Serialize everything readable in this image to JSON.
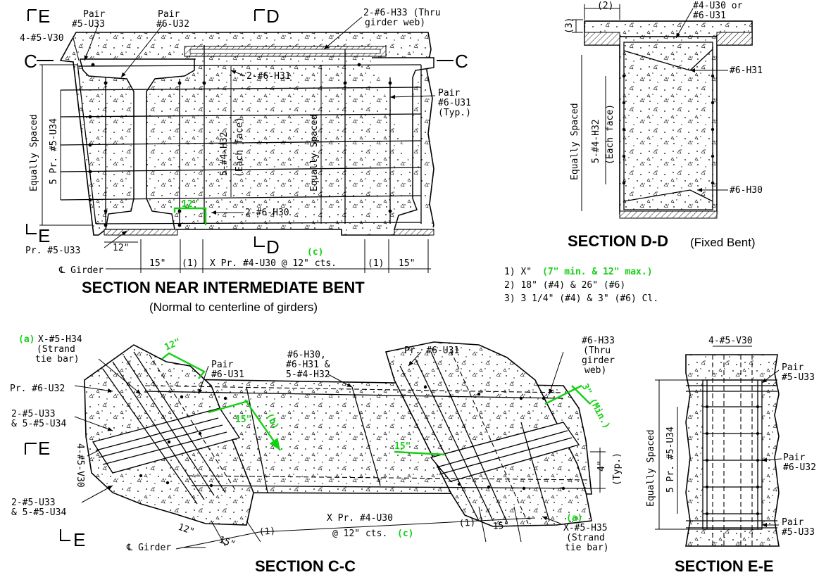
{
  "section_intermediate": {
    "title": "SECTION NEAR INTERMEDIATE BENT",
    "subtitle": "(Normal to centerline of girders)",
    "cut_e": "E",
    "cut_c": "C",
    "cut_d": "D",
    "label_v30": "4-#5-V30",
    "label_pair_u33_1": "Pair",
    "label_pair_u33_2": "#5-U33",
    "label_pair_u32_1": "Pair",
    "label_pair_u32_2": "#6-U32",
    "label_h33_1": "2-#6-H33 (Thru",
    "label_h33_2": "girder web)",
    "label_h31": "2-#6-H31",
    "label_u31_1": "Pair",
    "label_u31_2": "#6-U31",
    "label_u31_3": "(Typ.)",
    "label_eq_spaced": "Equally Spaced",
    "label_u34": "5 Pr. #5-U34",
    "label_h32_1": "5-#4-H32",
    "label_h32_2": "(Each face)",
    "label_eq_spaced2": "Equally Spaced",
    "dim_12": "12\"",
    "label_h30": "2-#6-H30",
    "label_pr_u33": "Pr. #5-U33",
    "dim_12b": "12\"",
    "label_girder": "℄ Girder",
    "dim_15a": "15\"",
    "dim_1a": "(1)",
    "label_x_pr": "X Pr. #4-U30 @ 12\" cts.",
    "note_c": "(c)",
    "dim_1b": "(1)",
    "dim_15b": "15\""
  },
  "section_dd": {
    "title": "SECTION D-D",
    "subtitle": "(Fixed Bent)",
    "dim_2": "(2)",
    "dim_3": "(3)",
    "label_u30_1": "#4-U30 or",
    "label_u30_2": "#6-U31",
    "label_h31": "#6-H31",
    "label_eq": "Equally Spaced",
    "label_h32_1": "5-#4-H32",
    "label_h32_2": "(Each face)",
    "label_h30": "#6-H30"
  },
  "notes": {
    "n1_a": "1) X\"",
    "n1_b": "(7\" min. & 12\" max.)",
    "n2": "2) 18\" (#4) & 26\" (#6)",
    "n3": "3) 3 1/4\" (#4) & 3\" (#6) Cl."
  },
  "section_cc": {
    "title": "SECTION C-C",
    "note_a1": "(a)",
    "label_h34_1": "X-#5-H34",
    "label_h34_2": "(Strand",
    "label_h34_3": "tie bar)",
    "dim_12": "12\"",
    "label_pair_u31_1": "Pair",
    "label_pair_u31_2": "#6-U31",
    "label_pr_u32": "Pr. #6-U32",
    "label_h30_1": "#6-H30,",
    "label_h30_2": "#6-H31 &",
    "label_h30_3": "5-#4-H32",
    "label_pr_u31": "Pr. #6-U31",
    "label_h33_1": "#6-H33",
    "label_h33_2": "(Thru",
    "label_h33_3": "girder",
    "label_h33_4": "web)",
    "dim_3min": "3\" (Min.)",
    "label_u33_1": "2-#5-U33",
    "label_u34_1": "& 5-#5-U34",
    "dim_15a": "15\"",
    "dim_b": "(b)",
    "dim_15b": "15\"",
    "cut_e": "E",
    "label_v30": "4-#5-V30",
    "dim_4": "4\"",
    "dim_typ": "(Typ.)",
    "label_u33_2": "2-#5-U33",
    "label_u34_2": "& 5-#5-U34",
    "dim_12b": "12\"",
    "dim_15c": "15\"",
    "dim_1a": "(1)",
    "label_x_pr": "X Pr. #4-U30",
    "label_cts": "@ 12\" cts.",
    "note_c": "(c)",
    "dim_1b": "(1)",
    "dim_15d": "15\"",
    "note_a2": "(a)",
    "label_h35_1": "X-#5-H35",
    "label_h35_2": "(Strand",
    "label_h35_3": "tie bar)",
    "label_girder": "℄ Girder"
  },
  "section_ee": {
    "title": "SECTION E-E",
    "label_v30": "4-#5-V30",
    "label_pair_u33_1": "Pair",
    "label_pair_u33_2": "#5-U33",
    "label_eq": "Equally Spaced",
    "label_u34": "5 Pr. #5-U34",
    "label_pair_u32_1": "Pair",
    "label_pair_u32_2": "#6-U32",
    "label_pair_u33b_1": "Pair",
    "label_pair_u33b_2": "#5-U33"
  }
}
